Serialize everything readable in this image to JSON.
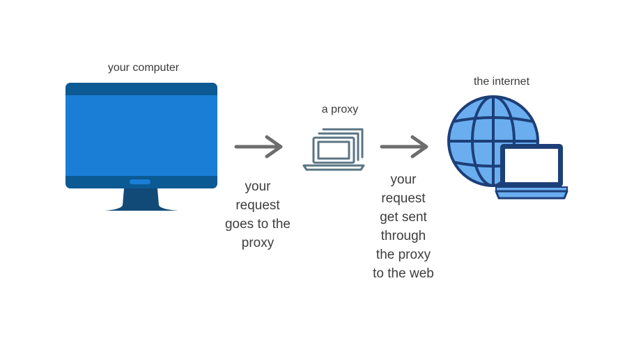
{
  "diagram": {
    "nodes": {
      "computer": {
        "label": "your computer",
        "icon": "desktop-monitor-icon"
      },
      "proxy": {
        "label": "a proxy",
        "icon": "laptops-icon"
      },
      "internet": {
        "label": "the internet",
        "icon": "globe-laptop-icon"
      }
    },
    "edges": [
      {
        "from": "computer",
        "to": "proxy",
        "caption_lines": [
          "your",
          "request",
          "goes to the",
          "proxy"
        ]
      },
      {
        "from": "proxy",
        "to": "internet",
        "caption_lines": [
          "your",
          "request",
          "get sent",
          "through",
          "the proxy",
          "to the web"
        ]
      }
    ],
    "colors": {
      "monitor_screen": "#1a7ed6",
      "monitor_bezel": "#0b5a94",
      "monitor_stand": "#124a77",
      "globe_fill": "#6aaef0",
      "globe_stroke": "#1d3f78",
      "arrow": "#6d6d6d",
      "proxy_stroke": "#5a7483"
    }
  }
}
